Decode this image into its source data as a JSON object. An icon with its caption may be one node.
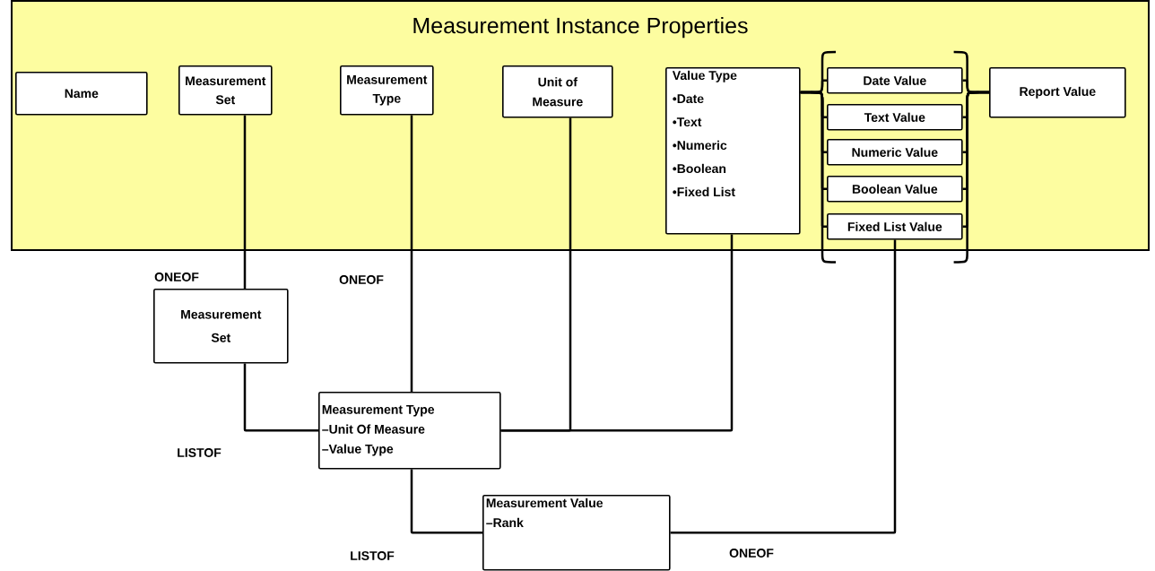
{
  "diagram": {
    "nodes": [
      {
        "text": [
          "Measurement Instance Properties"
        ]
      },
      {
        "text": [
          "Name"
        ],
        "in": 0
      },
      {
        "text": [
          "Measurement Set"
        ],
        "in": 0
      },
      {
        "text": [
          "Measurement Type"
        ],
        "in": 0
      },
      {
        "text": [
          "Unit of Measure"
        ],
        "in": 0
      },
      {
        "text": [
          "Value Type",
          "•Date",
          "•Text",
          "•Numeric",
          "•Boolean",
          "•Fixed List"
        ],
        "in": 0
      },
      {
        "text": [
          "Date Value"
        ],
        "in": 0
      },
      {
        "text": [
          "Text Value"
        ],
        "in": 0
      },
      {
        "text": [
          "Numeric Value"
        ],
        "in": 0
      },
      {
        "text": [
          "Boolean Value"
        ],
        "in": 0
      },
      {
        "text": [
          "Fixed List Value"
        ],
        "in": 0
      },
      {
        "text": [
          "Report Value"
        ],
        "in": 0
      },
      {
        "text": [
          "Measurement Set"
        ]
      },
      {
        "text": [
          "Measurement Type",
          "–Unit Of Measure",
          "–Value Type"
        ]
      },
      {
        "text": [
          "Measurement Value",
          "–Rank"
        ]
      }
    ],
    "edges": [
      {
        "from": 2,
        "to": 12,
        "arrow": "none",
        "label": "ONEOF"
      },
      {
        "from": 3,
        "to": 13,
        "arrow": "none",
        "label": "ONEOF"
      },
      {
        "from": 12,
        "to": 13,
        "arrow": "none",
        "label": "LISTOF"
      },
      {
        "from": 4,
        "to": 13,
        "arrow": "none"
      },
      {
        "from": 5,
        "to": 13,
        "arrow": "none"
      },
      {
        "from": 13,
        "to": 14,
        "arrow": "none",
        "label": "LISTOF"
      },
      {
        "from": 10,
        "to": 14,
        "arrow": "none",
        "label": "ONEOF"
      },
      {
        "from": 5,
        "to": 6,
        "arrow": "none"
      },
      {
        "from": 5,
        "to": 7,
        "arrow": "none"
      },
      {
        "from": 5,
        "to": 8,
        "arrow": "none"
      },
      {
        "from": 5,
        "to": 9,
        "arrow": "none"
      },
      {
        "from": 5,
        "to": 10,
        "arrow": "none"
      },
      {
        "from": 6,
        "to": 11,
        "arrow": "none"
      },
      {
        "from": 7,
        "to": 11,
        "arrow": "none"
      },
      {
        "from": 8,
        "to": 11,
        "arrow": "none"
      },
      {
        "from": 9,
        "to": 11,
        "arrow": "none"
      },
      {
        "from": 10,
        "to": 11,
        "arrow": "none"
      }
    ]
  }
}
